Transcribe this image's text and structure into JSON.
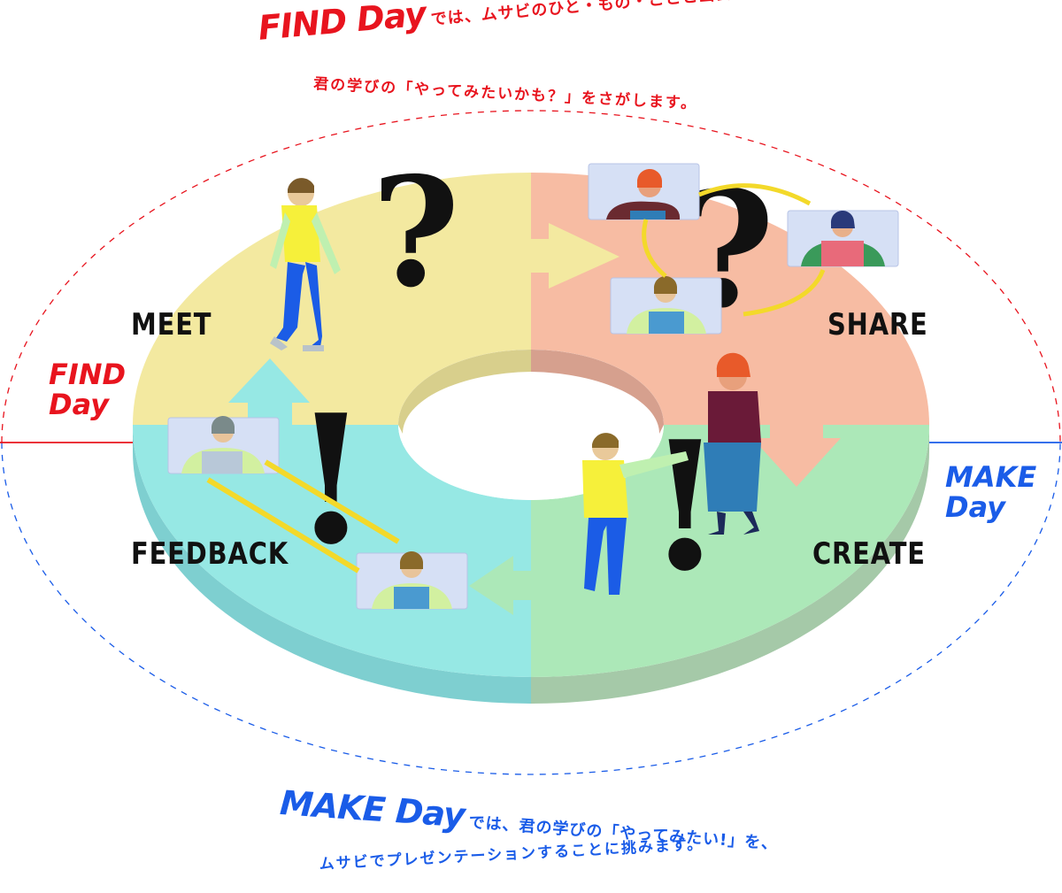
{
  "captions": {
    "find_title": "FIND Day",
    "find_line1": "では、ムサビのひと・もの・ことと出会い、",
    "find_line2": "君の学びの「やってみたいかも？」をさがします。",
    "make_title": "MAKE Day",
    "make_line1": "では、君の学びの「やってみたい!」を、",
    "make_line2": "ムサビでプレゼンテーションすることに挑みます。"
  },
  "sides": {
    "find_line1": "FIND",
    "find_line2": "Day",
    "make_line1": "MAKE",
    "make_line2": "Day"
  },
  "quadrants": {
    "meet": "MEET",
    "share": "SHARE",
    "feedback": "FEEDBACK",
    "create": "CREATE"
  },
  "colors": {
    "find_red": "#e8141e",
    "make_blue": "#1a5ce8",
    "meet_yellow": "#f3e9a0",
    "share_salmon": "#f7bca3",
    "feedback_cyan": "#96e8e4",
    "create_green": "#ace8b8",
    "text_dark": "#111111"
  }
}
